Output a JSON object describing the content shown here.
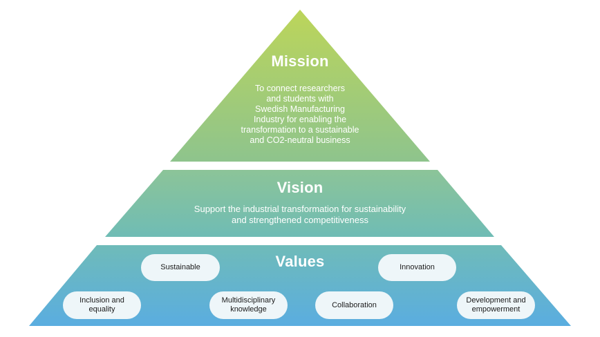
{
  "diagram": {
    "type": "pyramid",
    "colors": {
      "top": "#bcd55a",
      "mission_bottom": "#8ec48d",
      "vision_top": "#8cc498",
      "vision_bottom": "#6fbcb5",
      "values_top": "#6fbbb9",
      "values_bottom": "#5aade0",
      "pill_fill": "#eef6f9",
      "text_light": "#ffffff",
      "text_dark": "#1a1a1a"
    },
    "mission": {
      "title": "Mission",
      "lines": [
        "To connect researchers",
        "and students with",
        "Swedish Manufacturing",
        "Industry for enabling the",
        "transformation to a sustainable",
        "and CO2-neutral business"
      ]
    },
    "vision": {
      "title": "Vision",
      "lines": [
        "Support the industrial transformation for sustainability",
        "and strengthened competitiveness"
      ]
    },
    "values": {
      "title": "Values",
      "items": [
        {
          "lines": [
            "Sustainable"
          ]
        },
        {
          "lines": [
            "Innovation"
          ]
        },
        {
          "lines": [
            "Inclusion and",
            "equality"
          ]
        },
        {
          "lines": [
            "Multidisciplinary",
            "knowledge"
          ]
        },
        {
          "lines": [
            "Collaboration"
          ]
        },
        {
          "lines": [
            "Development and",
            "empowerment"
          ]
        }
      ]
    }
  }
}
